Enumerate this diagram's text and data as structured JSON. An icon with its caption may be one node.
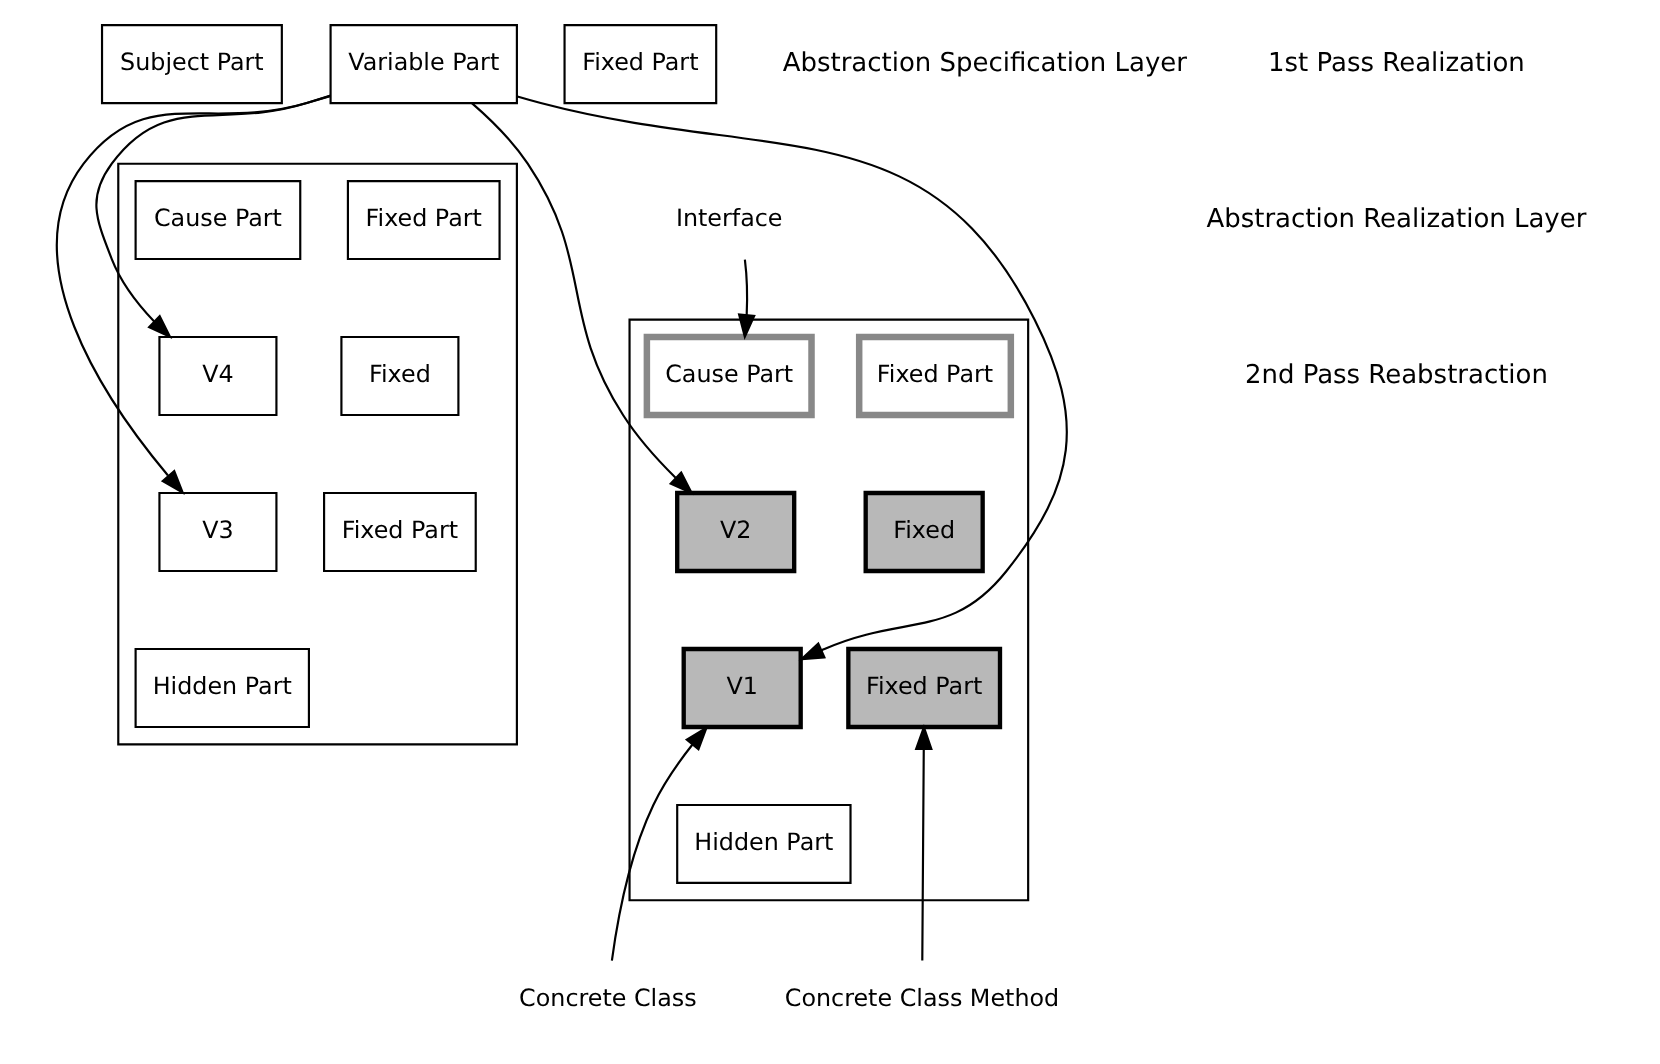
{
  "diagram": {
    "nodes": [
      {
        "text": [
          "Subject Part"
        ]
      },
      {
        "text": [
          "Variable Part"
        ]
      },
      {
        "text": [
          "Fixed Part"
        ]
      },
      {
        "text": [],
        "shape": "box"
      },
      {
        "text": [
          "Cause Part"
        ],
        "in": 3
      },
      {
        "text": [
          "Fixed Part"
        ],
        "in": 3
      },
      {
        "text": [
          "V2"
        ],
        "in": 3
      },
      {
        "text": [
          "Fixed"
        ],
        "in": 3
      },
      {
        "text": [
          "V1"
        ],
        "in": 3
      },
      {
        "text": [
          "Fixed Part"
        ],
        "in": 3
      },
      {
        "text": [
          "Hidden Part"
        ],
        "in": 3
      },
      {
        "text": [],
        "shape": "box"
      },
      {
        "text": [
          "Cause Part"
        ],
        "in": 11
      },
      {
        "text": [
          "Fixed Part"
        ],
        "in": 11
      },
      {
        "text": [
          "V4"
        ],
        "in": 11
      },
      {
        "text": [
          "Fixed"
        ],
        "in": 11
      },
      {
        "text": [
          "V3"
        ],
        "in": 11
      },
      {
        "text": [
          "Fixed Part"
        ],
        "in": 11
      },
      {
        "text": [
          "Hidden Part"
        ],
        "in": 11
      },
      {
        "text": [
          "Interface"
        ]
      },
      {
        "text": [
          "Concrete Class"
        ]
      },
      {
        "text": [
          "Concrete Class Method"
        ]
      }
    ],
    "edges": [
      {
        "from": 1,
        "to": 6,
        "arrow": "to"
      },
      {
        "from": 1,
        "to": 8,
        "arrow": "to"
      },
      {
        "from": 1,
        "to": 14,
        "arrow": "to"
      },
      {
        "from": 1,
        "to": 16,
        "arrow": "to"
      },
      {
        "from": 19,
        "to": 4,
        "arrow": "to"
      },
      {
        "from": 20,
        "to": 8,
        "arrow": "to"
      },
      {
        "from": 21,
        "to": 9,
        "arrow": "to"
      }
    ],
    "labels": [
      "1st Pass Realization",
      "Abstraction Specification Layer",
      "Abstraction Realization Layer",
      "2nd Pass Reabstraction"
    ]
  }
}
